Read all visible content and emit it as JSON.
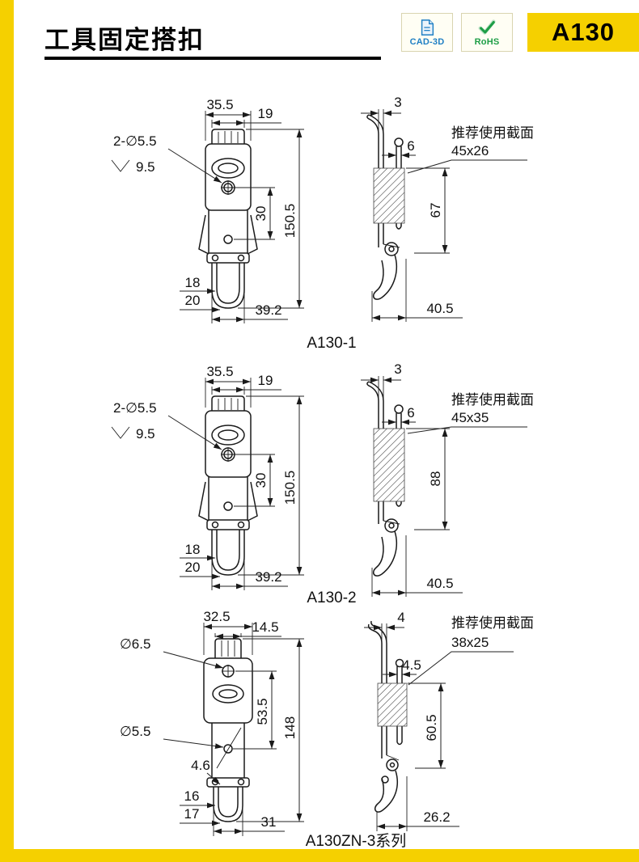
{
  "header": {
    "title": "工具固定搭扣",
    "part_number": "A130",
    "badges": [
      {
        "label": "CAD-3D"
      },
      {
        "label": "RoHS"
      }
    ]
  },
  "colors": {
    "accent_yellow": "#f5d000",
    "cad_blue": "#1f7fc4",
    "rohs_green": "#1e9e46",
    "drawing_line": "#1a1a1a"
  },
  "figures": [
    {
      "caption": "A130-1",
      "note_title": "推荐使用截面",
      "note_size": "45x26",
      "front": {
        "top_width": "35.5",
        "tab_width": "19",
        "hole_callout": "2-∅5.5",
        "csk_depth": "9.5",
        "hole_pitch": "30",
        "overall_height": "150.5",
        "hook_offset": "18",
        "hook_offset2": "20",
        "hook_width": "39.2"
      },
      "side": {
        "plate_thickness": "3",
        "wire_dia": "6",
        "section_height": "67",
        "depth": "40.5"
      }
    },
    {
      "caption": "A130-2",
      "note_title": "推荐使用截面",
      "note_size": "45x35",
      "front": {
        "top_width": "35.5",
        "tab_width": "19",
        "hole_callout": "2-∅5.5",
        "csk_depth": "9.5",
        "hole_pitch": "30",
        "overall_height": "150.5",
        "hook_offset": "18",
        "hook_offset2": "20",
        "hook_width": "39.2"
      },
      "side": {
        "plate_thickness": "3",
        "wire_dia": "6",
        "section_height": "88",
        "depth": "40.5"
      }
    },
    {
      "caption": "A130ZN-3系列",
      "note_title": "推荐使用截面",
      "note_size": "38x25",
      "front": {
        "top_width": "32.5",
        "tab_width": "14.5",
        "hole_callout": "∅6.5",
        "hole_pitch": "53.5",
        "overall_height": "148",
        "hole2_callout": "∅5.5",
        "wire_dia": "4.6",
        "hook_offset": "16",
        "hook_offset2": "17",
        "hook_width": "31"
      },
      "side": {
        "plate_thickness": "4",
        "wire_dia": "4.5",
        "section_height": "60.5",
        "depth": "26.2"
      }
    }
  ]
}
